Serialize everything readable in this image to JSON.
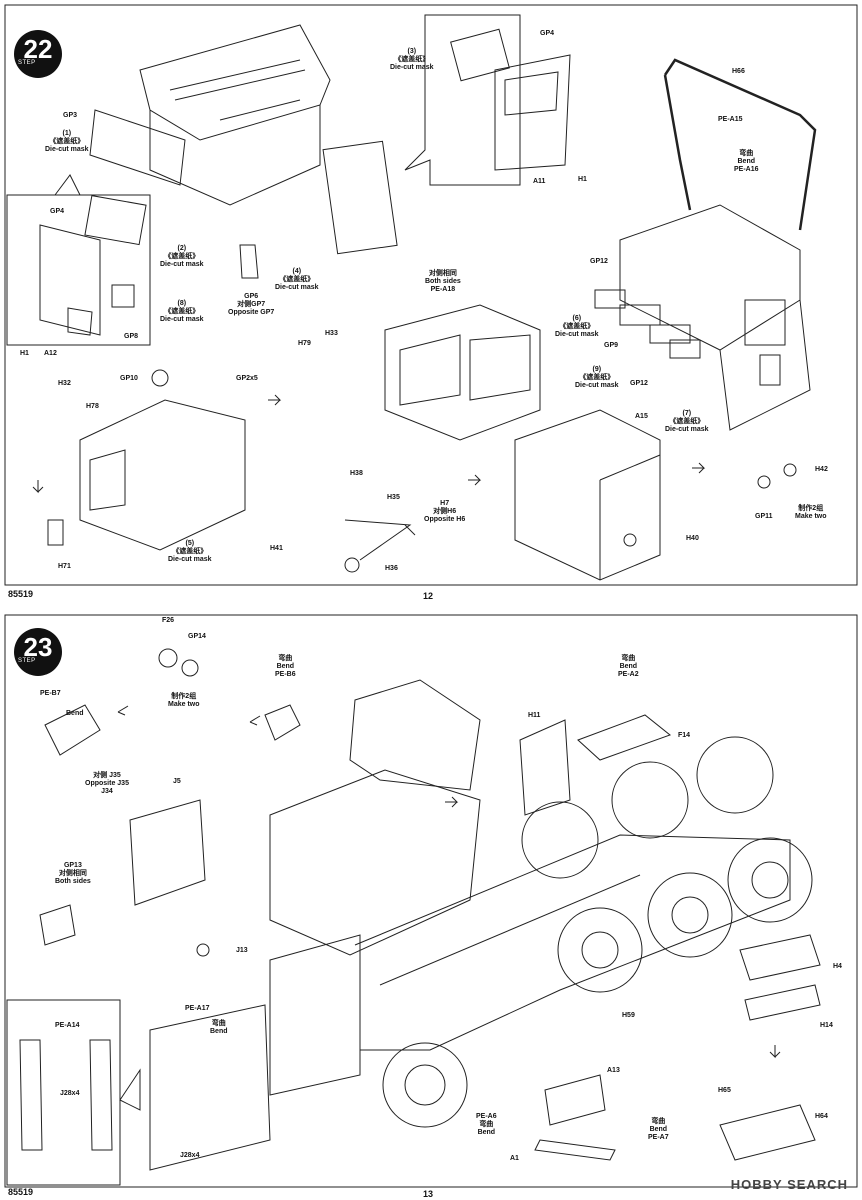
{
  "page_left": {
    "step": "22",
    "step_word": "STEP",
    "code": "85519",
    "page_number": "12",
    "labels": {
      "gp4_top": "GP4",
      "die3_a": "(3)",
      "die3_b": "《遮盖纸》",
      "die3_c": "Die-cut mask",
      "a11": "A11",
      "h1_top": "H1",
      "h66": "H66",
      "pea15": "PE-A15",
      "bend1_cn": "弯曲",
      "bend1": "Bend",
      "pea16": "PE-A16",
      "gp3": "GP3",
      "die1_a": "(1)",
      "die1_b": "《遮盖纸》",
      "die1_c": "Die-cut mask",
      "gp4_inset": "GP4",
      "die2_a": "(2)",
      "die2_b": "《遮盖纸》",
      "die2_c": "Die-cut mask",
      "die8_a": "(8)",
      "die8_b": "《遮盖纸》",
      "die8_c": "Die-cut mask",
      "gp8": "GP8",
      "h1_inset": "H1",
      "a12": "A12",
      "gp6": "GP6",
      "gp6_cn": "对侧GP7",
      "gp6_en": "Opposite GP7",
      "die4_a": "(4)",
      "die4_b": "《遮盖纸》",
      "die4_c": "Die-cut mask",
      "both_cn": "对侧相同",
      "both_en": "Both sides",
      "pea18": "PE-A18",
      "h33": "H33",
      "h79": "H79",
      "gp12_top": "GP12",
      "die6_a": "(6)",
      "die6_b": "《遮盖纸》",
      "die6_c": "Die-cut mask",
      "gp9": "GP9",
      "die9_a": "(9)",
      "die9_b": "《遮盖纸》",
      "die9_c": "Die-cut mask",
      "gp12_b": "GP12",
      "die7_a": "(7)",
      "die7_b": "《遮盖纸》",
      "die7_c": "Die-cut mask",
      "gp10": "GP10",
      "gp2x5": "GP2x5",
      "h32": "H32",
      "h78": "H78",
      "a15": "A15",
      "h42": "H42",
      "gp11": "GP11",
      "make_two_cn": "制作2组",
      "make_two": "Make two",
      "h38": "H38",
      "h35": "H35",
      "h7": "H7",
      "h7_cn": "对侧H6",
      "h7_en": "Opposite H6",
      "h40": "H40",
      "h41": "H41",
      "die5_a": "(5)",
      "die5_b": "《遮盖纸》",
      "die5_c": "Die-cut mask",
      "h71": "H71",
      "h36": "H36"
    }
  },
  "page_right": {
    "step": "23",
    "step_word": "STEP",
    "code": "85519",
    "page_number": "13",
    "labels": {
      "f26": "F26",
      "gp14": "GP14",
      "make2_cn": "制作2组",
      "make2_en": "Make two",
      "bend_b6_cn": "弯曲",
      "bend_b6": "Bend",
      "peb6": "PE-B6",
      "bend_a2_cn": "弯曲",
      "bend_a2": "Bend",
      "pea2": "PE-A2",
      "peb7": "PE-B7",
      "bend_b7": "Bend",
      "h11": "H11",
      "f14": "F14",
      "opp_cn": "对侧 J35",
      "opp_en": "Opposite J35",
      "j34": "J34",
      "j5": "J5",
      "gp13": "GP13",
      "gp13_cn": "对侧相同",
      "gp13_en": "Both sides",
      "j13": "J13",
      "h4": "H4",
      "h14": "H14",
      "pea17": "PE-A17",
      "bend_a17_cn": "弯曲",
      "bend_a17": "Bend",
      "pea14": "PE-A14",
      "j28x4_inset": "J28x4",
      "h59": "H59",
      "a13": "A13",
      "h65": "H65",
      "h64": "H64",
      "pea6": "PE-A6",
      "bend_a6_cn": "弯曲",
      "bend_a6": "Bend",
      "bend_a7_cn": "弯曲",
      "bend_a7": "Bend",
      "pea7": "PE-A7",
      "a1": "A1",
      "j28x4": "J28x4"
    }
  },
  "watermark": "HOBBY SEARCH"
}
